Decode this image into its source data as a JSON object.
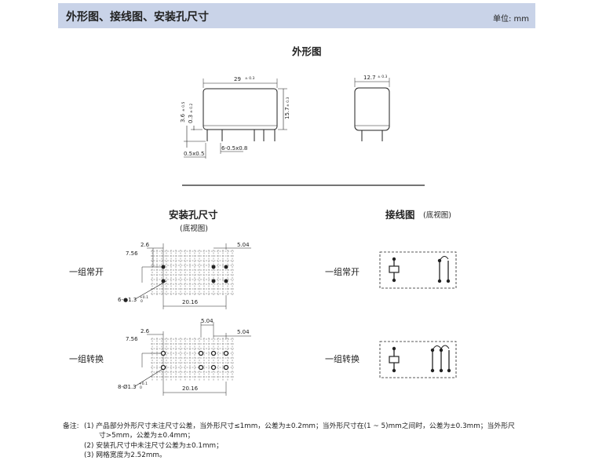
{
  "header": {
    "title": "外形图、接线图、安装孔尺寸",
    "unit": "单位: mm"
  },
  "outline": {
    "title": "外形图",
    "dims": {
      "length": "29",
      "length_tol": "± 0.3",
      "width": "12.7",
      "width_tol": "± 0.3",
      "height": "15.7",
      "height_tol": "± 0.3",
      "pin_len": "3.6",
      "pin_len_tol": "± 0.5",
      "base_gap": "0.3",
      "base_gap_tol": "± 0.2",
      "pin_size": "6-0.5x0.8",
      "pin_thk": "0.5x0.5"
    }
  },
  "mounting": {
    "title": "安装孔尺寸",
    "subtitle": "(底视图)",
    "no_label": "一组常开",
    "co_label": "一组转换",
    "dims": {
      "d256": "2.6",
      "d756": "7.56",
      "d504": "5.04",
      "d2016": "20.16",
      "holes_no": "6-●1.3",
      "holes_co": "8-Ø1.3",
      "hole_tol": "+0.1",
      "hole_tol2": "0"
    }
  },
  "wiring": {
    "title": "接线图",
    "subtitle": "(底视图)",
    "no_label": "一组常开",
    "co_label": "一组转换"
  },
  "notes": {
    "prefix": "备注:",
    "n1a": "(1)  产品部分外形尺寸未注尺寸公差，当外形尺寸≤1mm，公差为±0.2mm；当外形尺寸在(1 ~ 5)mm之间时，公差为±0.3mm；当外形尺",
    "n1b": "寸>5mm，公差为±0.4mm；",
    "n2": "(2)  安装孔尺寸中未注尺寸公差为±0.1mm；",
    "n3": "(3)  网格宽度为2.52mm。"
  }
}
